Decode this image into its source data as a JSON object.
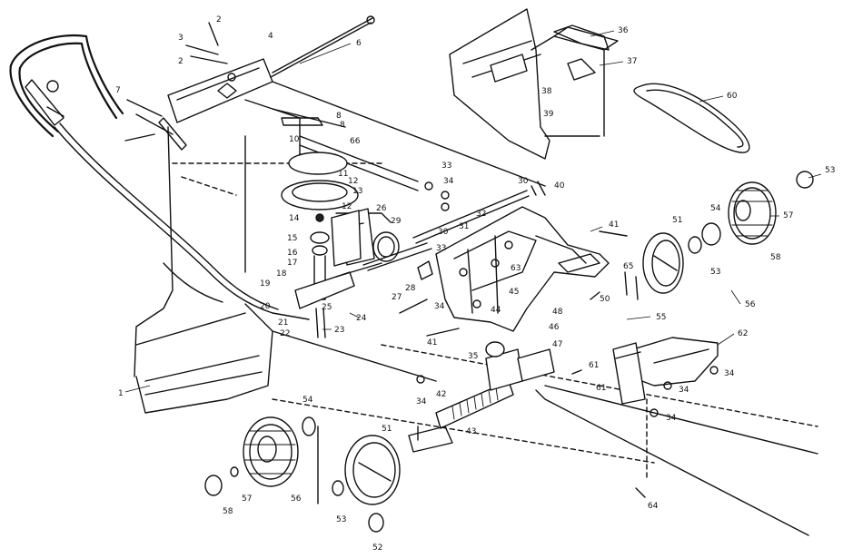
{
  "callouts": [
    {
      "id": "c2a",
      "label": "2"
    },
    {
      "id": "c3",
      "label": "3"
    },
    {
      "id": "c2b",
      "label": "2"
    },
    {
      "id": "c4",
      "label": "4"
    },
    {
      "id": "c6",
      "label": "6"
    },
    {
      "id": "c7",
      "label": "7"
    },
    {
      "id": "c8a",
      "label": "8"
    },
    {
      "id": "c8b",
      "label": "8"
    },
    {
      "id": "c10",
      "label": "10"
    },
    {
      "id": "c66",
      "label": "66"
    },
    {
      "id": "c11",
      "label": "11"
    },
    {
      "id": "c12a",
      "label": "12"
    },
    {
      "id": "c13",
      "label": "13"
    },
    {
      "id": "c12b",
      "label": "12"
    },
    {
      "id": "c14",
      "label": "14"
    },
    {
      "id": "c15",
      "label": "15"
    },
    {
      "id": "c16",
      "label": "16"
    },
    {
      "id": "c17",
      "label": "17"
    },
    {
      "id": "c18",
      "label": "18"
    },
    {
      "id": "c19",
      "label": "19"
    },
    {
      "id": "c20",
      "label": "20"
    },
    {
      "id": "c21",
      "label": "21"
    },
    {
      "id": "c22",
      "label": "22"
    },
    {
      "id": "c23",
      "label": "23"
    },
    {
      "id": "c24",
      "label": "24"
    },
    {
      "id": "c25",
      "label": "25"
    },
    {
      "id": "c26",
      "label": "26"
    },
    {
      "id": "c27",
      "label": "27"
    },
    {
      "id": "c28",
      "label": "28"
    },
    {
      "id": "c29",
      "label": "29"
    },
    {
      "id": "c30a",
      "label": "30"
    },
    {
      "id": "c30b",
      "label": "30"
    },
    {
      "id": "c31",
      "label": "31"
    },
    {
      "id": "c32",
      "label": "32"
    },
    {
      "id": "c33a",
      "label": "33"
    },
    {
      "id": "c33b",
      "label": "33"
    },
    {
      "id": "c34a",
      "label": "34"
    },
    {
      "id": "c34b",
      "label": "34"
    },
    {
      "id": "c34c",
      "label": "34"
    },
    {
      "id": "c34d",
      "label": "34"
    },
    {
      "id": "c34e",
      "label": "34"
    },
    {
      "id": "c34f",
      "label": "34"
    },
    {
      "id": "c35",
      "label": "35"
    },
    {
      "id": "c36",
      "label": "36"
    },
    {
      "id": "c37",
      "label": "37"
    },
    {
      "id": "c38",
      "label": "38"
    },
    {
      "id": "c39",
      "label": "39"
    },
    {
      "id": "c40",
      "label": "40"
    },
    {
      "id": "c41a",
      "label": "41"
    },
    {
      "id": "c41b",
      "label": "41"
    },
    {
      "id": "c42",
      "label": "42"
    },
    {
      "id": "c43",
      "label": "43"
    },
    {
      "id": "c44",
      "label": "44"
    },
    {
      "id": "c45",
      "label": "45"
    },
    {
      "id": "c46",
      "label": "46"
    },
    {
      "id": "c47",
      "label": "47"
    },
    {
      "id": "c48",
      "label": "48"
    },
    {
      "id": "c50",
      "label": "50"
    },
    {
      "id": "c51a",
      "label": "51"
    },
    {
      "id": "c51b",
      "label": "51"
    },
    {
      "id": "c52",
      "label": "52"
    },
    {
      "id": "c53a",
      "label": "53"
    },
    {
      "id": "c53b",
      "label": "53"
    },
    {
      "id": "c53c",
      "label": "53"
    },
    {
      "id": "c54a",
      "label": "54"
    },
    {
      "id": "c54b",
      "label": "54"
    },
    {
      "id": "c55",
      "label": "55"
    },
    {
      "id": "c56a",
      "label": "56"
    },
    {
      "id": "c56b",
      "label": "56"
    },
    {
      "id": "c57a",
      "label": "57"
    },
    {
      "id": "c57b",
      "label": "57"
    },
    {
      "id": "c58a",
      "label": "58"
    },
    {
      "id": "c58b",
      "label": "58"
    },
    {
      "id": "c60",
      "label": "60"
    },
    {
      "id": "c61a",
      "label": "61"
    },
    {
      "id": "c61b",
      "label": "61"
    },
    {
      "id": "c62",
      "label": "62"
    },
    {
      "id": "c63",
      "label": "63"
    },
    {
      "id": "c64",
      "label": "64"
    },
    {
      "id": "c65",
      "label": "65"
    },
    {
      "id": "c1",
      "label": "1"
    }
  ]
}
